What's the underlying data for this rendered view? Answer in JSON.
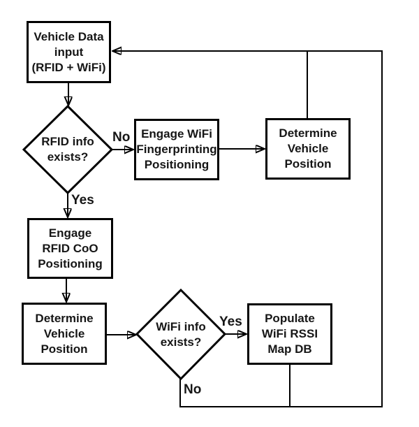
{
  "diagram": {
    "type": "flowchart",
    "background_color": "#ffffff",
    "line_color": "#000000",
    "text_color": "#161616"
  },
  "nodes": [
    {
      "id": "vehicle_data_input",
      "shape": "rect",
      "label": "Vehicle Data\ninput\n(RFID + WiFi)"
    },
    {
      "id": "rfid_info_exists",
      "shape": "diamond",
      "label": "RFID info\nexists?"
    },
    {
      "id": "engage_wifi_fingerprinting_positioning",
      "shape": "rect",
      "label": "Engage WiFi\nFingerprinting\nPositioning"
    },
    {
      "id": "determine_vehicle_position_top",
      "shape": "rect",
      "label": "Determine\nVehicle\nPosition"
    },
    {
      "id": "engage_rfid_coo_positioning",
      "shape": "rect",
      "label": "Engage\nRFID CoO\nPositioning"
    },
    {
      "id": "determine_vehicle_position_bottom",
      "shape": "rect",
      "label": "Determine\nVehicle\nPosition"
    },
    {
      "id": "wifi_info_exists",
      "shape": "diamond",
      "label": "WiFi info\nexists?"
    },
    {
      "id": "populate_wifi_rssi_map_db",
      "shape": "rect",
      "label": "Populate\nWiFi RSSI\nMap DB"
    }
  ],
  "edges": [
    {
      "from": "vehicle_data_input",
      "to": "rfid_info_exists",
      "label": ""
    },
    {
      "from": "rfid_info_exists",
      "to": "engage_wifi_fingerprinting_positioning",
      "label": "No"
    },
    {
      "from": "engage_wifi_fingerprinting_positioning",
      "to": "determine_vehicle_position_top",
      "label": ""
    },
    {
      "from": "determine_vehicle_position_top",
      "to": "vehicle_data_input",
      "label": ""
    },
    {
      "from": "rfid_info_exists",
      "to": "engage_rfid_coo_positioning",
      "label": "Yes"
    },
    {
      "from": "engage_rfid_coo_positioning",
      "to": "determine_vehicle_position_bottom",
      "label": ""
    },
    {
      "from": "determine_vehicle_position_bottom",
      "to": "wifi_info_exists",
      "label": ""
    },
    {
      "from": "wifi_info_exists",
      "to": "populate_wifi_rssi_map_db",
      "label": "Yes"
    },
    {
      "from": "wifi_info_exists",
      "to": "vehicle_data_input",
      "label": "No"
    },
    {
      "from": "populate_wifi_rssi_map_db",
      "to": "vehicle_data_input",
      "label": ""
    }
  ]
}
